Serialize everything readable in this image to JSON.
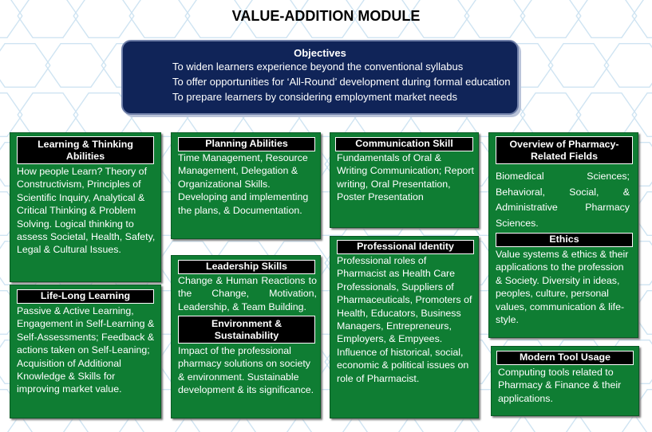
{
  "title": "VALUE-ADDITION MODULE",
  "objectives": {
    "heading": "Objectives",
    "lines": [
      "To widen learners experience beyond the conventional syllabus",
      "To offer opportunities for ‘All-Round’ development during formal education",
      "To prepare learners by considering employment market needs"
    ]
  },
  "boxes": {
    "learning": {
      "heading": "Learning & Thinking Abilities",
      "text": "How people Learn? Theory of Constructivism, Principles of Scientific Inquiry, Analytical & Critical Thinking & Problem Solving. Logical thinking to assess Societal, Health, Safety, Legal & Cultural Issues."
    },
    "lifelong": {
      "heading": "Life-Long Learning",
      "text": "Passive & Active Learning, Engagement in Self-Learning & Self-Assessments; Feedback & actions taken on Self-Leaning; Acquisition of Additional Knowledge & Skills for improving market value."
    },
    "planning": {
      "heading": "Planning Abilities",
      "text": "Time Management, Resource Management, Delegation & Organizational Skills. Developing and implementing the plans, & Documentation."
    },
    "leadership": {
      "heading": "Leadership Skills",
      "text": "Change & Human Reactions to the Change, Motivation, Leadership, & Team Building."
    },
    "environment": {
      "heading": "Environment & Sustainability",
      "text": "Impact of the professional pharmacy solutions on society & environment. Sustainable development & its significance."
    },
    "communication": {
      "heading": "Communication Skill",
      "text": "Fundamentals of Oral & Writing Communication; Report writing, Oral Presentation, Poster Presentation"
    },
    "professional": {
      "heading": "Professional Identity",
      "text": "Professional roles of Pharmacist as Health Care Professionals, Suppliers of Pharmaceuticals, Promoters of Health, Educators, Business Managers, Entrepreneurs, Employers, & Empyees. Influence of historical, social, economic & political issues on role of Pharmacist."
    },
    "overview": {
      "heading": "Overview of Pharmacy-Related Fields",
      "text": "Biomedical Sciences; Behavioral, Social, & Administrative Pharmacy Sciences."
    },
    "ethics": {
      "heading": "Ethics",
      "text": "Value systems & ethics & their applications to the profession & Society. Diversity in ideas, peoples, culture, personal values, communication & life-style."
    },
    "tools": {
      "heading": "Modern Tool Usage",
      "text": "Computing tools related to Pharmacy & Finance & their applications."
    }
  },
  "colors": {
    "box_green": "#0f7d33",
    "header_black": "#000000",
    "objectives_navy": "#102458",
    "background_pattern": "#cfe4f2"
  }
}
